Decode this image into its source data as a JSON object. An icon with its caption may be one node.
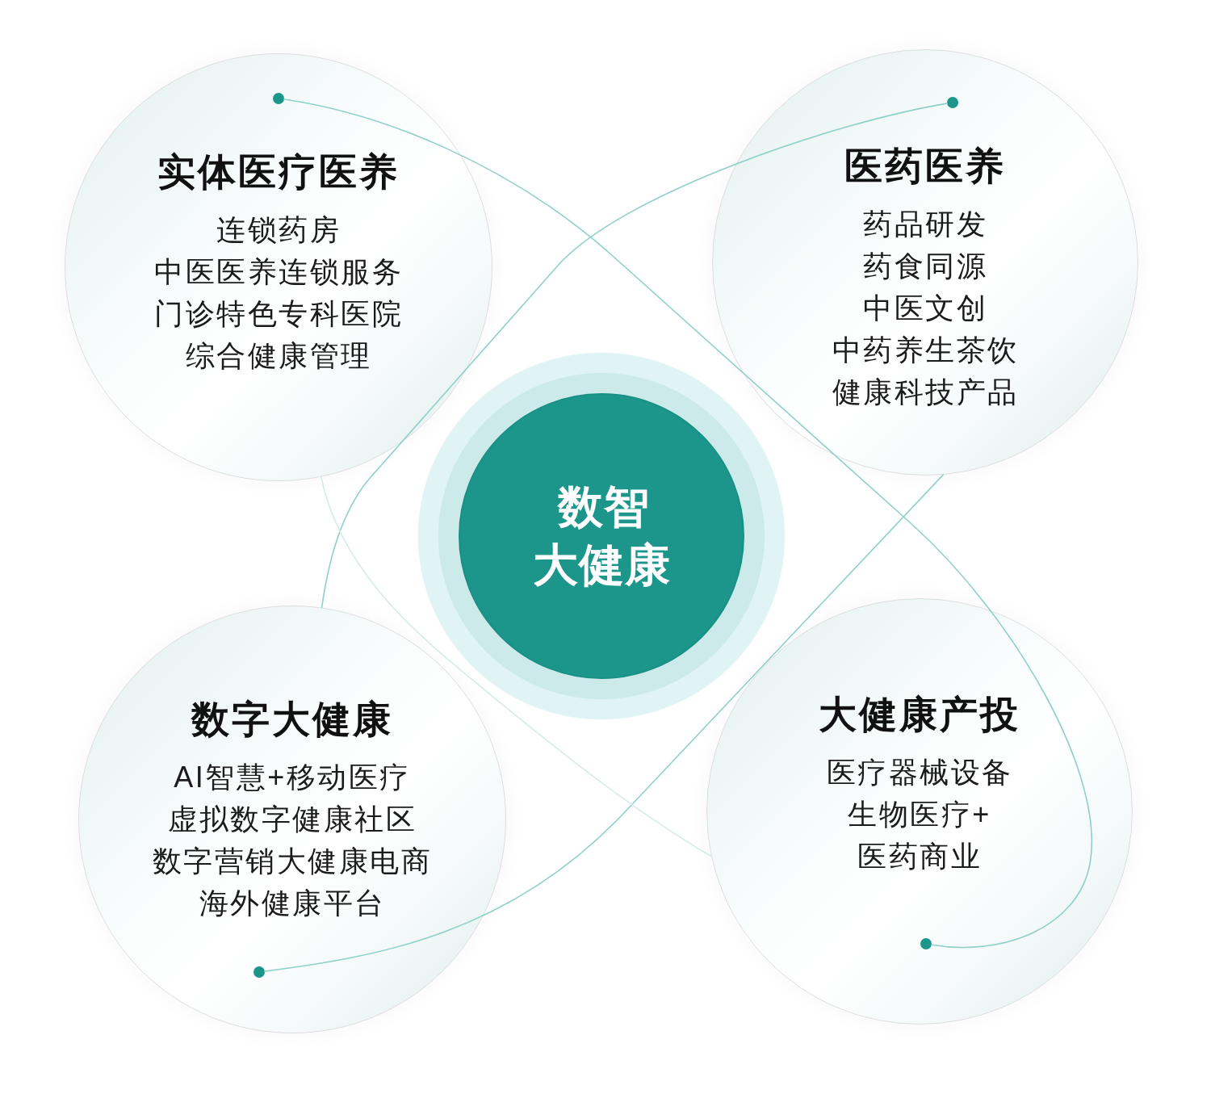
{
  "diagram": {
    "nodes": [
      {
        "text": [
          "实体医疗医养",
          "连锁药房",
          "中医医养连锁服务",
          "门诊特色专科医院",
          "综合健康管理"
        ]
      },
      {
        "text": [],
        "shape": "circle",
        "in": 0
      },
      {
        "text": [
          "医药医养",
          "药品研发",
          "药食同源",
          "中医文创",
          "中药养生茶饮",
          "健康科技产品"
        ]
      },
      {
        "text": [],
        "shape": "circle",
        "in": 2
      },
      {
        "text": [
          "数智大健康"
        ]
      },
      {
        "text": [
          "数字大健康",
          "AI智慧+移动医疗",
          "虚拟数字健康社区",
          "数字营销大健康电商",
          "海外健康平台"
        ]
      },
      {
        "text": [],
        "shape": "circle",
        "in": 5
      },
      {
        "text": [
          "大健康产投",
          "医疗器械设备",
          "生物医疗+",
          "医药商业"
        ]
      },
      {
        "text": [],
        "shape": "circle",
        "in": 7
      }
    ],
    "edges": [
      {
        "from": 1,
        "to": 8,
        "arrow": "none"
      },
      {
        "from": 3,
        "to": 5,
        "arrow": "none"
      },
      {
        "from": 6,
        "to": 2,
        "arrow": "none"
      },
      {
        "from": 0,
        "to": 7,
        "arrow": "none",
        "color": "#d4ece9"
      }
    ]
  }
}
